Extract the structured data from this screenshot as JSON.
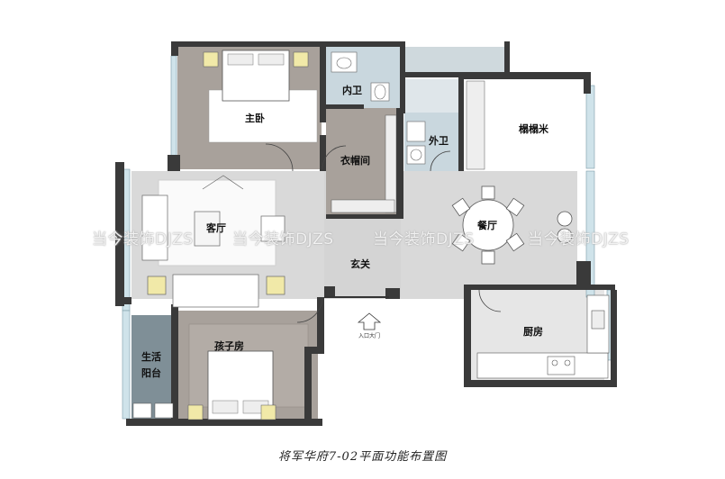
{
  "plan": {
    "title": "将军华府7-02平面功能布置图",
    "rooms": {
      "master_bedroom": "主卧",
      "inner_bath": "内卫",
      "walk_in_closet": "衣帽间",
      "outer_bath": "外卫",
      "tatami": "榻榻米",
      "living_room": "客厅",
      "dining_room": "餐厅",
      "foyer": "玄关",
      "kids_room": "孩子房",
      "balcony_line1": "生活",
      "balcony_line2": "阳台",
      "kitchen": "厨房"
    },
    "entrance_label": "入口大门",
    "watermark_text": "当今装饰DJZS",
    "colors": {
      "wall": "#3a3a3a",
      "bedroom_floor": "#a59e98",
      "floor_grey": "#d8d8d8",
      "window_blue": "#cfe3ea",
      "balcony_grey": "#7f8f97"
    }
  }
}
